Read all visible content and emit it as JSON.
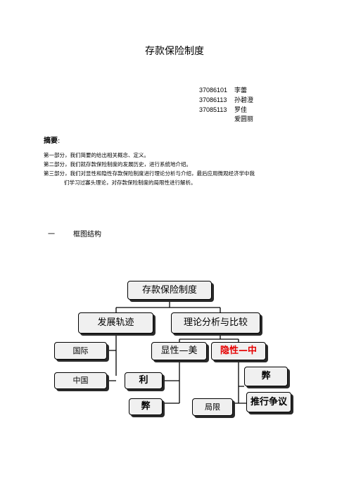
{
  "document": {
    "title": "存款保险制度",
    "authors": [
      {
        "id": "37086101",
        "name": "李蕾"
      },
      {
        "id": "37086113",
        "name": "孙碧澄"
      },
      {
        "id": "37085113",
        "name": "罗佳"
      },
      {
        "id": "",
        "name": "爱圆丽"
      }
    ],
    "abstract": {
      "heading": "摘要",
      "colon": ":",
      "lines": [
        "第一部分，我们简要的给出相关概念、定义。",
        "第二部分，我们就存款保险制度的发展历史，进行系统地介绍。",
        "第三部分，我们对显性和隐性存款保险制度进行理论分析与介绍，最后应用微观经济学中我",
        "们学习过寡头理论，对存款保险制度的局限性进行解析。"
      ]
    },
    "section": {
      "number": "一",
      "title": "框图结构"
    }
  },
  "diagram": {
    "root": "存款保险制度",
    "branch_left": "发展轨迹",
    "branch_right": "理论分析与比较",
    "left_children": [
      "国际",
      "中国"
    ],
    "explicit": "显性—美",
    "implicit": "隐性—中",
    "explicit_children": [
      "利",
      "弊"
    ],
    "implicit_children": [
      "弊",
      "局限",
      "推行争议"
    ],
    "highlight_color": "#e60000"
  }
}
